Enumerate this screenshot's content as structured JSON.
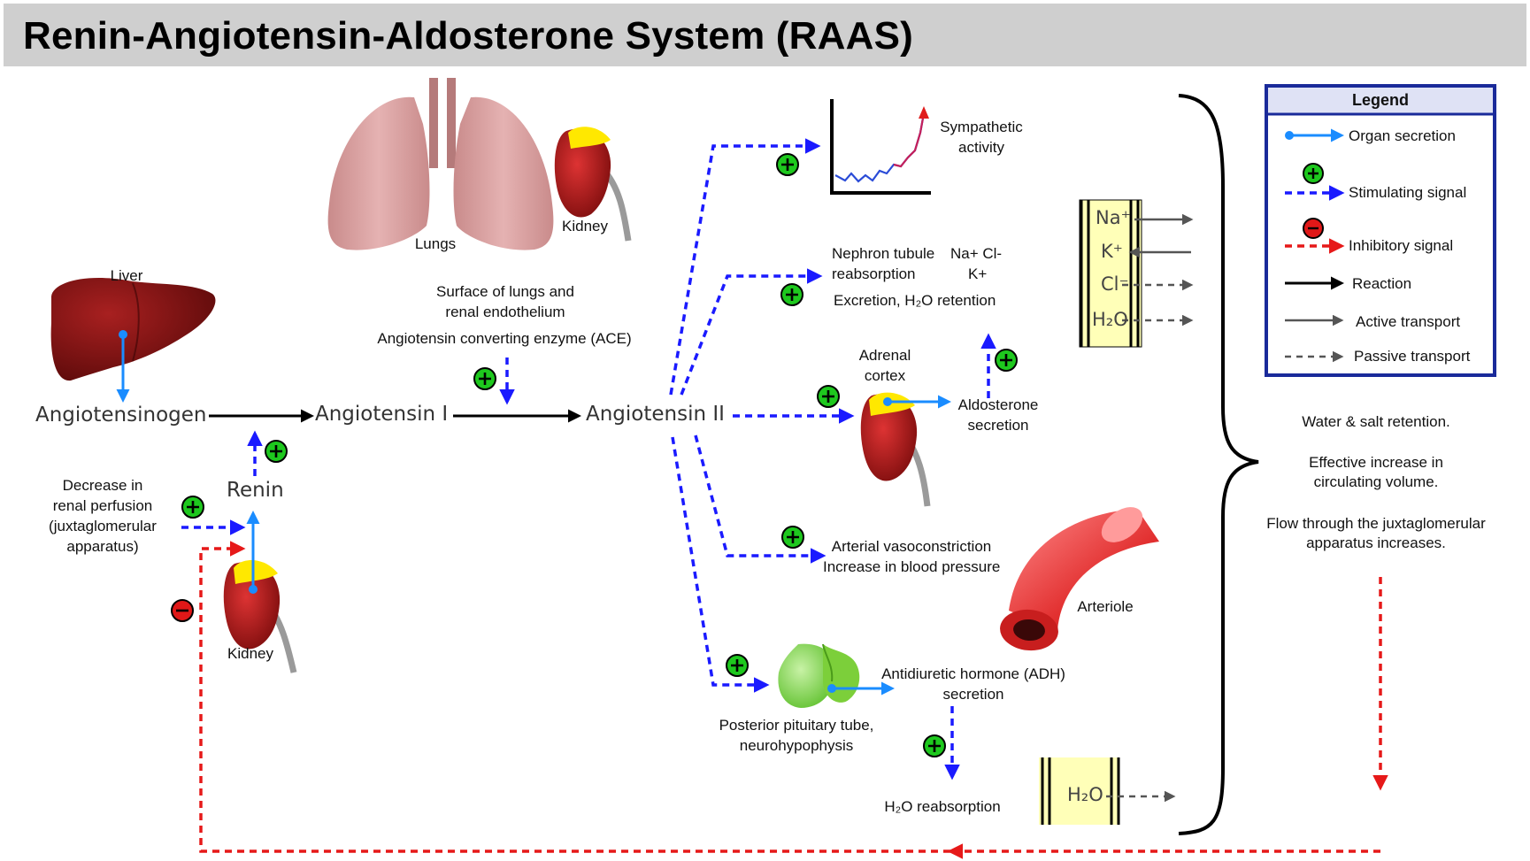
{
  "title": "Renin-Angiotensin-Aldosterone System (RAAS)",
  "colors": {
    "stimulating": "#1a1aff",
    "inhibitory": "#e61919",
    "organ_secretion": "#1a8cff",
    "plus_badge": "#1ec81e",
    "minus_badge": "#e01818"
  },
  "icons": [
    "liver",
    "lungs",
    "kidney",
    "graph",
    "adrenal-kidney",
    "arteriole",
    "pituitary",
    "membrane",
    "plus-badge",
    "minus-badge"
  ],
  "pathway": {
    "angiotensinogen": "Angiotensinogen",
    "angiotensin1": "Angiotensin I",
    "angiotensin2": "Angiotensin II",
    "renin": "Renin"
  },
  "labels": {
    "liver": "Liver",
    "lungs": "Lungs",
    "kidney_top": "Kidney",
    "kidney_bottom": "Kidney",
    "surface_line1": "Surface of lungs and",
    "surface_line2": "renal endothelium",
    "ace": "Angiotensin converting enzyme (ACE)",
    "perfusion_l1": "Decrease in",
    "perfusion_l2": "renal perfusion",
    "perfusion_l3": "(juxtaglomerular",
    "perfusion_l4": "apparatus)",
    "symp_l1": "Sympathetic",
    "symp_l2": "activity",
    "nephron_l1": "Nephron tubule",
    "nephron_l2": "reabsorption",
    "nacl": "Na+ Cl-",
    "kplus": "K+",
    "excretion": "Excretion, H₂O retention",
    "adrenal_l1": "Adrenal",
    "adrenal_l2": "cortex",
    "aldo_l1": "Aldosterone",
    "aldo_l2": "secretion",
    "arterial_l1": "Arterial vasoconstriction",
    "arterial_l2": "Increase in blood pressure",
    "arteriole": "Arteriole",
    "adh_l1": "Antidiuretic hormone (ADH)",
    "adh_l2": "secretion",
    "pituitary_l1": "Posterior pituitary tube,",
    "pituitary_l2": "neurohypophysis",
    "h2o_reabs": "H₂O reabsorption"
  },
  "membrane_ions": [
    "Na⁺",
    "K⁺",
    "Cl⁻",
    "H₂O"
  ],
  "membrane_h2o": "H₂O",
  "summary": {
    "line1": "Water & salt retention.",
    "line2a": "Effective increase in",
    "line2b": "circulating volume.",
    "line3a": "Flow through the juxtaglomerular",
    "line3b": "apparatus increases."
  },
  "legend": {
    "title": "Legend",
    "items": [
      "Organ secretion",
      "Stimulating signal",
      "Inhibitory signal",
      "Reaction",
      "Active transport",
      "Passive transport"
    ]
  }
}
